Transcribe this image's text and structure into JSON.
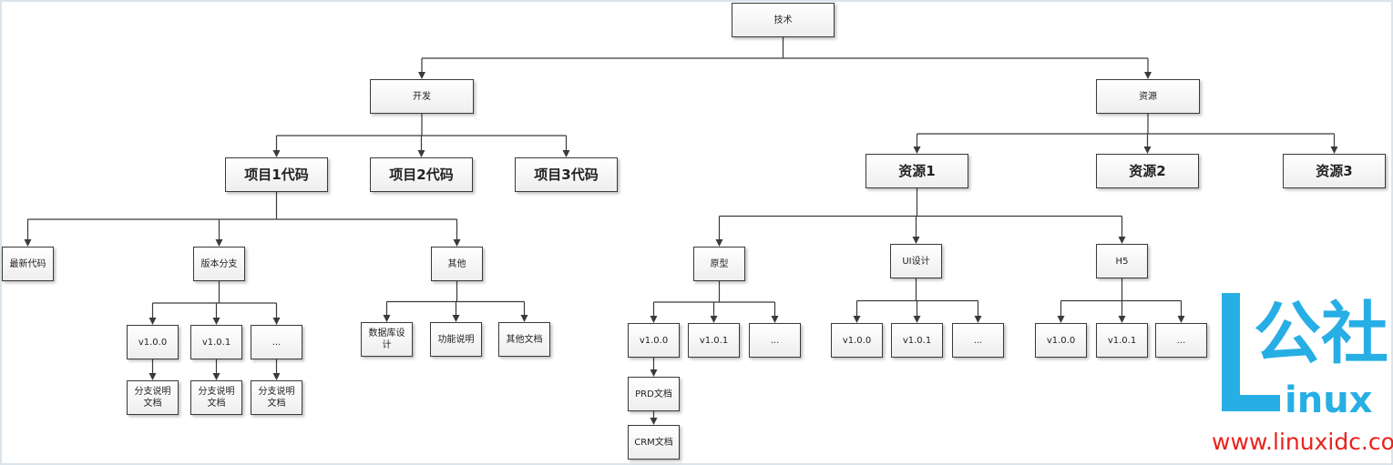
{
  "diagram": {
    "nodes": [
      {
        "id": "root",
        "label": "技术"
      },
      {
        "id": "dev",
        "label": "开发"
      },
      {
        "id": "res",
        "label": "资源"
      },
      {
        "id": "p1",
        "label": "项目1代码",
        "big": true
      },
      {
        "id": "p2",
        "label": "项目2代码",
        "big": true
      },
      {
        "id": "p3",
        "label": "项目3代码",
        "big": true
      },
      {
        "id": "r1",
        "label": "资源1",
        "big": true
      },
      {
        "id": "r2",
        "label": "资源2",
        "big": true
      },
      {
        "id": "r3",
        "label": "资源3",
        "big": true
      },
      {
        "id": "latest",
        "label": "最新代码"
      },
      {
        "id": "branch",
        "label": "版本分支"
      },
      {
        "id": "other",
        "label": "其他"
      },
      {
        "id": "b100",
        "label": "v1.0.0"
      },
      {
        "id": "b101",
        "label": "v1.0.1"
      },
      {
        "id": "bdots",
        "label": "..."
      },
      {
        "id": "bd1",
        "label": "分支说明\n文档"
      },
      {
        "id": "bd2",
        "label": "分支说明\n文档"
      },
      {
        "id": "bd3",
        "label": "分支说明\n文档"
      },
      {
        "id": "dbdesign",
        "label": "数据库设\n计"
      },
      {
        "id": "funcdesc",
        "label": "功能说明"
      },
      {
        "id": "otherdoc",
        "label": "其他文档"
      },
      {
        "id": "proto",
        "label": "原型"
      },
      {
        "id": "ui",
        "label": "UI设计"
      },
      {
        "id": "h5",
        "label": "H5"
      },
      {
        "id": "pv100",
        "label": "v1.0.0"
      },
      {
        "id": "pv101",
        "label": "v1.0.1"
      },
      {
        "id": "pvdots",
        "label": "..."
      },
      {
        "id": "prd",
        "label": "PRD文档"
      },
      {
        "id": "crm",
        "label": "CRM文档"
      },
      {
        "id": "uv100",
        "label": "v1.0.0"
      },
      {
        "id": "uv101",
        "label": "v1.0.1"
      },
      {
        "id": "uvdots",
        "label": "..."
      },
      {
        "id": "hv100",
        "label": "v1.0.0"
      },
      {
        "id": "hv101",
        "label": "v1.0.1"
      },
      {
        "id": "hvdots",
        "label": "..."
      }
    ],
    "edges": [
      [
        "root",
        "dev"
      ],
      [
        "root",
        "res"
      ],
      [
        "dev",
        "p1"
      ],
      [
        "dev",
        "p2"
      ],
      [
        "dev",
        "p3"
      ],
      [
        "res",
        "r1"
      ],
      [
        "res",
        "r2"
      ],
      [
        "res",
        "r3"
      ],
      [
        "p1",
        "latest"
      ],
      [
        "p1",
        "branch"
      ],
      [
        "p1",
        "other"
      ],
      [
        "branch",
        "b100"
      ],
      [
        "branch",
        "b101"
      ],
      [
        "branch",
        "bdots"
      ],
      [
        "b100",
        "bd1"
      ],
      [
        "b101",
        "bd2"
      ],
      [
        "bdots",
        "bd3"
      ],
      [
        "other",
        "dbdesign"
      ],
      [
        "other",
        "funcdesc"
      ],
      [
        "other",
        "otherdoc"
      ],
      [
        "r1",
        "proto"
      ],
      [
        "r1",
        "ui"
      ],
      [
        "r1",
        "h5"
      ],
      [
        "proto",
        "pv100"
      ],
      [
        "proto",
        "pv101"
      ],
      [
        "proto",
        "pvdots"
      ],
      [
        "pv100",
        "prd"
      ],
      [
        "prd",
        "crm"
      ],
      [
        "ui",
        "uv100"
      ],
      [
        "ui",
        "uv101"
      ],
      [
        "ui",
        "uvdots"
      ],
      [
        "h5",
        "hv100"
      ],
      [
        "h5",
        "hv101"
      ],
      [
        "h5",
        "hvdots"
      ]
    ],
    "line_color": "#3a3a3a"
  },
  "logo": {
    "big_text": "公社",
    "small_text": "inux",
    "url_text": "www.linuxidc.com",
    "blue": "#27aee5",
    "red": "#e8231c"
  }
}
